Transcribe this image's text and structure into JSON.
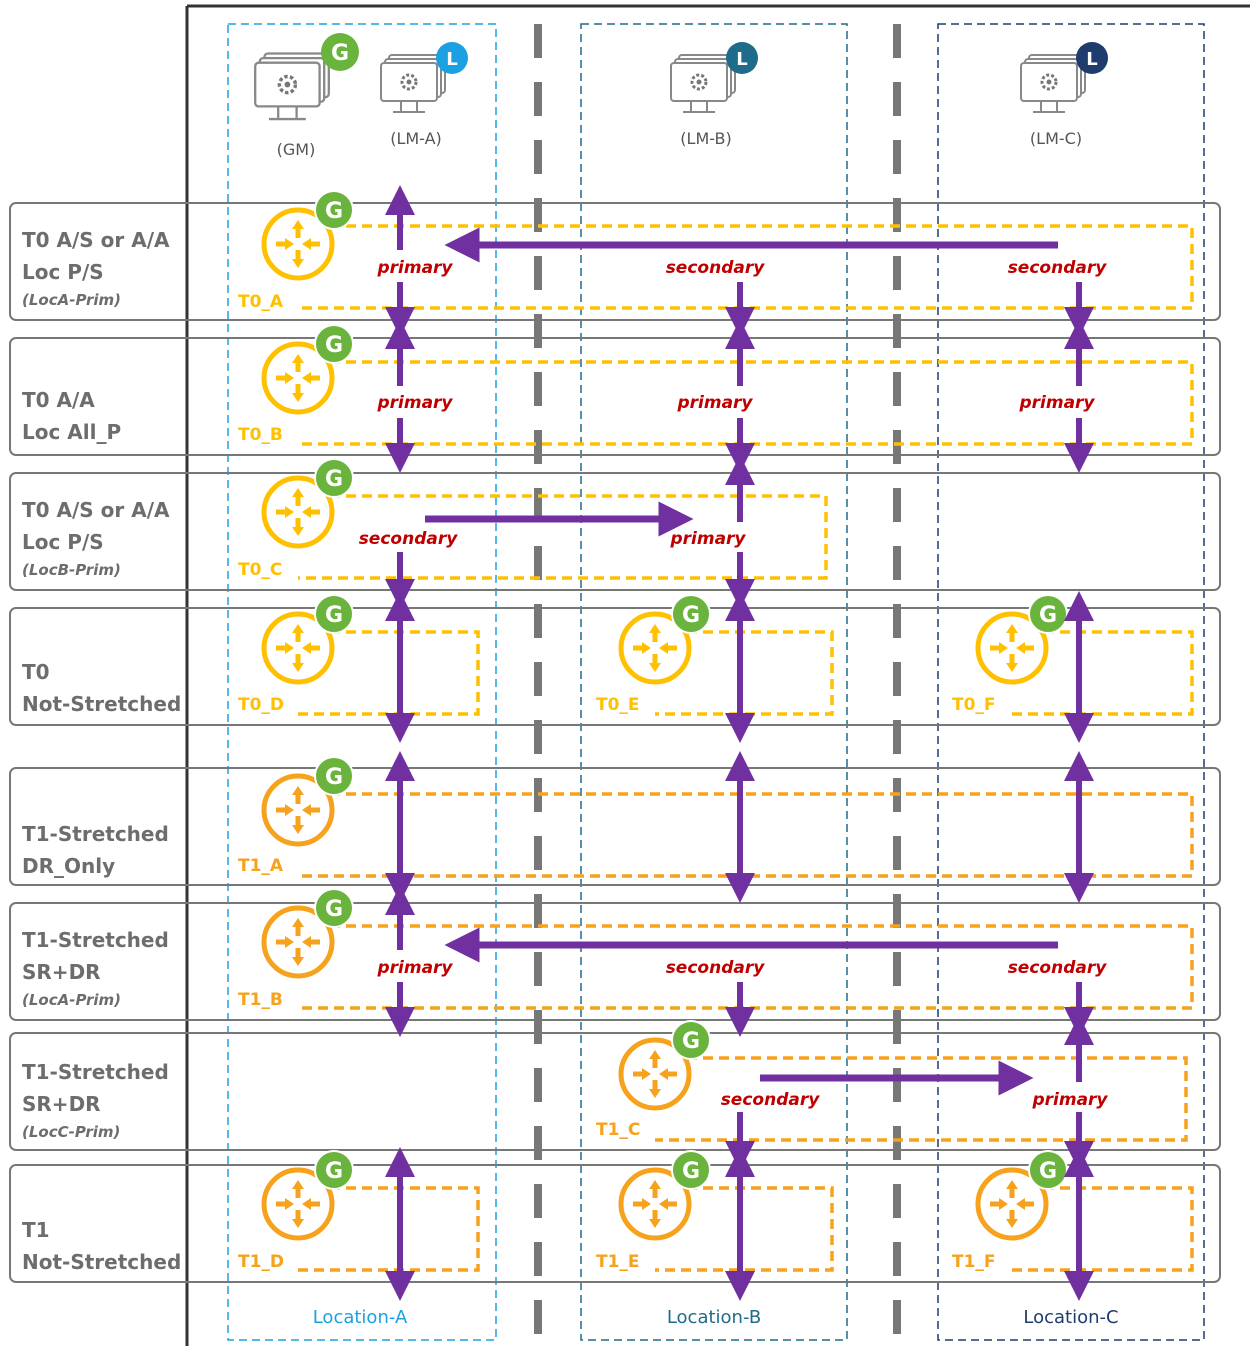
{
  "colors": {
    "t0_router": "#ffc000",
    "t1_router": "#f6a21d",
    "arrow": "#7030a0",
    "role_text": "#c00000",
    "global_badge": "#6ab43e",
    "location_a": "#1ba1e2",
    "location_b": "#1f6b8c",
    "location_c": "#1f3c6e",
    "row_label": "#6d6d6d"
  },
  "managers": [
    {
      "caption": "(GM)",
      "badge": "G",
      "icon": "monitor-gear-icon"
    },
    {
      "caption": "(LM-A)",
      "badge": "L",
      "icon": "monitor-gear-icon"
    },
    {
      "caption": "(LM-B)",
      "badge": "L",
      "icon": "monitor-gear-icon"
    },
    {
      "caption": "(LM-C)",
      "badge": "L",
      "icon": "monitor-gear-icon"
    }
  ],
  "locations": [
    "Location-A",
    "Location-B",
    "Location-C"
  ],
  "rows": [
    {
      "label": [
        "T0 A/S or A/A",
        "Loc P/S"
      ],
      "sublabel": "(LocA-Prim)"
    },
    {
      "label": [
        "T0 A/A",
        "Loc All_P"
      ],
      "sublabel": ""
    },
    {
      "label": [
        "T0 A/S or A/A",
        "Loc P/S"
      ],
      "sublabel": "(LocB-Prim)"
    },
    {
      "label": [
        "T0",
        "Not-Stretched"
      ],
      "sublabel": ""
    },
    {
      "label": [
        "T1-Stretched",
        "DR_Only"
      ],
      "sublabel": ""
    },
    {
      "label": [
        "T1-Stretched",
        "SR+DR"
      ],
      "sublabel": "(LocA-Prim)"
    },
    {
      "label": [
        "T1-Stretched",
        "SR+DR"
      ],
      "sublabel": "(LocC-Prim)"
    },
    {
      "label": [
        "T1",
        "Not-Stretched"
      ],
      "sublabel": ""
    }
  ],
  "routers": [
    "T0_A",
    "T0_B",
    "T0_C",
    "T0_D",
    "T0_E",
    "T0_F",
    "T1_A",
    "T1_B",
    "T1_C",
    "T1_D",
    "T1_E",
    "T1_F"
  ],
  "roles": {
    "row1": [
      "primary",
      "secondary",
      "secondary"
    ],
    "row2": [
      "primary",
      "primary",
      "primary"
    ],
    "row3": [
      "secondary",
      "primary"
    ],
    "row6": [
      "primary",
      "secondary",
      "secondary"
    ],
    "row7": [
      "secondary",
      "primary"
    ]
  },
  "badge_global": "G"
}
